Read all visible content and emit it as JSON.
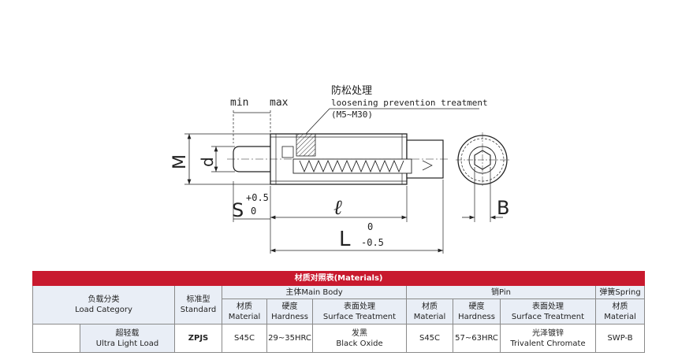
{
  "drawing": {
    "labels": {
      "chinese_note": "防松处理",
      "english_note": "loosening prevention treatment",
      "range_note": "(M5~M30)",
      "min": "min",
      "max": "max",
      "M": "M",
      "d": "d",
      "S": "S",
      "S_upper_tol": "+0.5",
      "S_lower_tol": "0",
      "l": "ℓ",
      "L": "L",
      "L_upper_tol": "0",
      "L_lower_tol": "-0.5",
      "B": "B"
    }
  },
  "table": {
    "title": "材质对照表(Materials)",
    "groups": {
      "load_cn": "负载分类",
      "load_en": "Load Category",
      "std_cn": "标准型",
      "std_en": "Standard",
      "main_body": "主体Main Body",
      "pin": "销Pin",
      "spring": "弹簧Spring"
    },
    "sub": {
      "mat_cn": "材质",
      "mat_en": "Material",
      "hard_cn": "硬度",
      "hard_en": "Hardness",
      "surf_cn": "表面处理",
      "surf_en": "Surface Treatment"
    },
    "rows": [
      {
        "load_cn": "超轻载",
        "load_en": "Ultra Light Load",
        "code": "ZPJS",
        "body_material": "S45C",
        "body_hardness": "29~35HRC",
        "body_surface_cn": "发黑",
        "body_surface_en": "Black Oxide",
        "pin_material": "S45C",
        "pin_hardness": "57~63HRC",
        "pin_surface_cn": "光泽镀锌",
        "pin_surface_en": "Trivalent Chromate",
        "spring_material": "SWP-B"
      }
    ]
  }
}
